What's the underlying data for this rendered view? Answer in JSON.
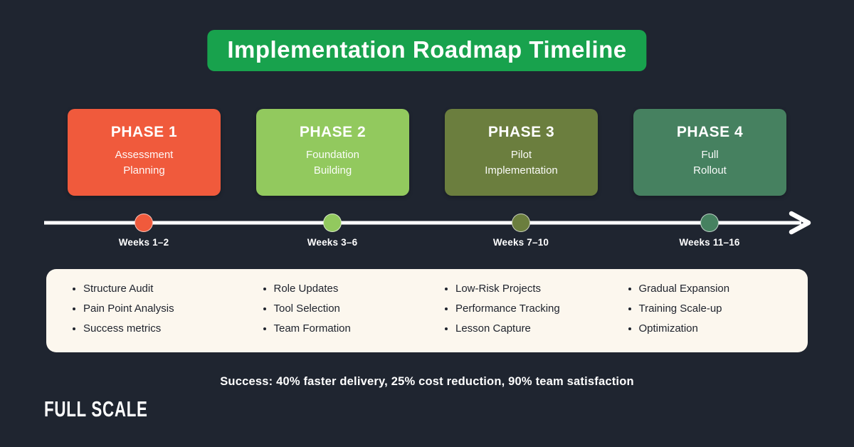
{
  "title": "Implementation Roadmap Timeline",
  "phases": [
    {
      "name": "PHASE 1",
      "subtitle_line1": "Assessment",
      "subtitle_line2": "Planning",
      "weeks": "Weeks 1–2",
      "color": "#f05a3c",
      "items": [
        "Structure Audit",
        "Pain Point Analysis",
        "Success metrics"
      ]
    },
    {
      "name": "PHASE 2",
      "subtitle_line1": "Foundation",
      "subtitle_line2": "Building",
      "weeks": "Weeks 3–6",
      "color": "#92c95e",
      "items": [
        "Role Updates",
        "Tool Selection",
        "Team Formation"
      ]
    },
    {
      "name": "PHASE 3",
      "subtitle_line1": "Pilot",
      "subtitle_line2": "Implementation",
      "weeks": "Weeks 7–10",
      "color": "#6b7e3e",
      "items": [
        "Low-Risk Projects",
        "Performance Tracking",
        "Lesson Capture"
      ]
    },
    {
      "name": "PHASE 4",
      "subtitle_line1": "Full",
      "subtitle_line2": "Rollout",
      "weeks": "Weeks 11–16",
      "color": "#468160",
      "items": [
        "Gradual Expansion",
        "Training Scale-up",
        "Optimization"
      ]
    }
  ],
  "summary": "Success: 40% faster delivery, 25% cost reduction, 90% team satisfaction",
  "logo": {
    "text": "FULL SCALE"
  },
  "colors": {
    "background": "#1f2530",
    "title_banner": "#18a24d",
    "details_box": "#fcf7ee",
    "timeline_line": "#ffffff",
    "text_light": "#ffffff",
    "text_dark": "#20242e"
  }
}
